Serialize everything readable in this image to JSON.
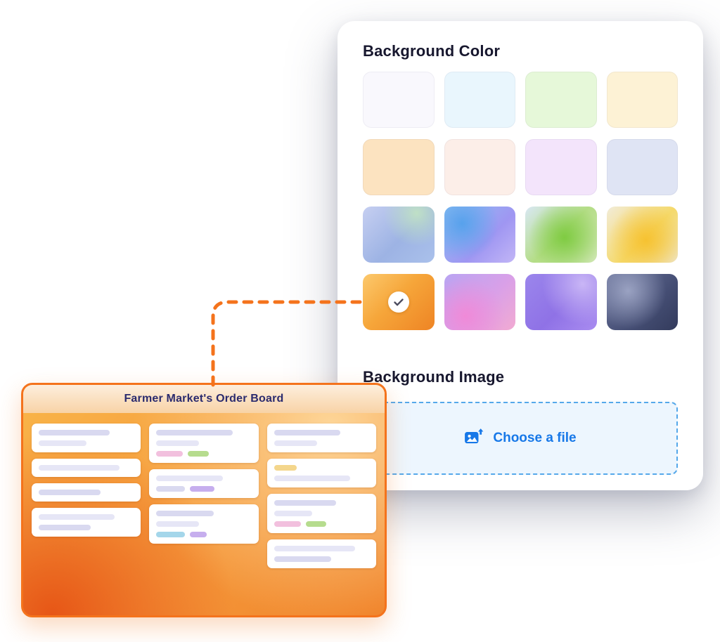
{
  "colors": {
    "orange": "#f4731c",
    "blue": "#1778e8",
    "navy": "#2b2b6e"
  },
  "panel": {
    "background_color_title": "Background Color",
    "background_image_title": "Background Image",
    "choose_file_label": "Choose a file",
    "swatches": [
      {
        "name": "lavender-white",
        "light": true,
        "css": "#f9f8fd"
      },
      {
        "name": "ice-blue",
        "light": true,
        "css": "#e9f6fd"
      },
      {
        "name": "mint-green",
        "light": true,
        "css": "#e6f8d9"
      },
      {
        "name": "cream",
        "light": true,
        "css": "#fdf2d5"
      },
      {
        "name": "peach",
        "light": true,
        "css": "#fce3c0"
      },
      {
        "name": "blush",
        "light": true,
        "css": "#fceee8"
      },
      {
        "name": "lilac",
        "light": true,
        "css": "#f3e4fb"
      },
      {
        "name": "periwinkle",
        "light": true,
        "css": "#dfe4f4"
      },
      {
        "name": "blue-haze-gradient",
        "css": "radial-gradient(circle at 75% 12%, #bfe0c6 0%, rgba(191,224,198,0) 45%), linear-gradient(135deg, #c6cff1 0%, #9db3e4 55%, #aac1eb 100%)"
      },
      {
        "name": "blue-violet-gradient",
        "css": "radial-gradient(circle at 25% 30%, #57a2ec 0%, rgba(87,162,236,0) 55%), linear-gradient(135deg, #8ec2f2 0%, #9f96f2 60%, #c2b6f6 100%)"
      },
      {
        "name": "green-gradient",
        "css": "radial-gradient(circle at 55% 55%, #7fcb42 0%, rgba(127,203,66,0) 72%), linear-gradient(135deg, #d9e8f4 0%, #b4dd86 50%, #cde6b0 100%)"
      },
      {
        "name": "amber-gradient",
        "css": "radial-gradient(circle at 55% 60%, #f6c231 0%, rgba(246,194,49,0) 72%), linear-gradient(135deg, #f2ecd9 0%, #f5d96a 55%, #efe3c0 100%)"
      },
      {
        "name": "orange-gradient",
        "selected": true,
        "css": "linear-gradient(135deg, #fcc96d 0%, #f6a63a 45%, #ee8424 100%)"
      },
      {
        "name": "pink-violet-gradient",
        "css": "radial-gradient(circle at 30% 75%, #f08ad8 0%, rgba(240,138,216,0) 60%), linear-gradient(135deg, #b9a4f2 0%, #d9a0e8 55%, #f2aad2 100%)"
      },
      {
        "name": "purple-gradient",
        "css": "radial-gradient(circle at 80% 18%, #c9b6f6 0%, rgba(201,182,246,0) 55%), linear-gradient(135deg, #9b86ec 0%, #8f72e6 55%, #a98cf0 100%)"
      },
      {
        "name": "slate-gradient",
        "css": "radial-gradient(circle at 30% 30%, #9aa2c2 0%, rgba(154,162,194,0) 60%), linear-gradient(135deg, #6a739a 0%, #454e74 60%, #333b5c 100%)"
      }
    ]
  },
  "board": {
    "title": "Farmer Market's Order Board",
    "columns": [
      [
        [
          [
            {
              "w": 75,
              "c": "lav"
            }
          ],
          [
            {
              "w": 50,
              "c": "lav2"
            }
          ]
        ],
        [
          [
            {
              "w": 85,
              "c": "lav2"
            }
          ]
        ],
        [
          [
            {
              "w": 65,
              "c": "lav"
            }
          ]
        ],
        [
          [
            {
              "w": 80,
              "c": "lav2"
            }
          ],
          [
            {
              "w": 55,
              "c": "lav"
            }
          ]
        ]
      ],
      [
        [
          [
            {
              "w": 80,
              "c": "lav"
            }
          ],
          [
            {
              "w": 45,
              "c": "lav2"
            }
          ],
          [
            {
              "w": 28,
              "c": "pink"
            },
            {
              "w": 22,
              "c": "green"
            }
          ]
        ],
        [
          [
            {
              "w": 70,
              "c": "lav2"
            }
          ],
          [
            {
              "w": 30,
              "c": "lav"
            },
            {
              "w": 26,
              "c": "purple"
            }
          ]
        ],
        [
          [
            {
              "w": 60,
              "c": "lav"
            }
          ],
          [
            {
              "w": 45,
              "c": "lav2"
            }
          ],
          [
            {
              "w": 30,
              "c": "blue"
            },
            {
              "w": 18,
              "c": "purple"
            }
          ]
        ]
      ],
      [
        [
          [
            {
              "w": 70,
              "c": "lav"
            }
          ],
          [
            {
              "w": 45,
              "c": "lav2"
            }
          ]
        ],
        [
          [
            {
              "w": 24,
              "c": "yellow"
            }
          ],
          [
            {
              "w": 80,
              "c": "lav2"
            }
          ]
        ],
        [
          [
            {
              "w": 65,
              "c": "lav"
            }
          ],
          [
            {
              "w": 40,
              "c": "lav2"
            }
          ],
          [
            {
              "w": 28,
              "c": "pink"
            },
            {
              "w": 22,
              "c": "green"
            }
          ]
        ],
        [
          [
            {
              "w": 85,
              "c": "lav2"
            }
          ],
          [
            {
              "w": 60,
              "c": "lav"
            }
          ]
        ]
      ]
    ]
  },
  "line_colors": {
    "lav": "#d9d9f0",
    "lav2": "#e6e6f6",
    "pink": "#f2c0de",
    "green": "#b6dc8e",
    "purple": "#c6aeee",
    "blue": "#a4d6ea",
    "yellow": "#f4d68c"
  }
}
